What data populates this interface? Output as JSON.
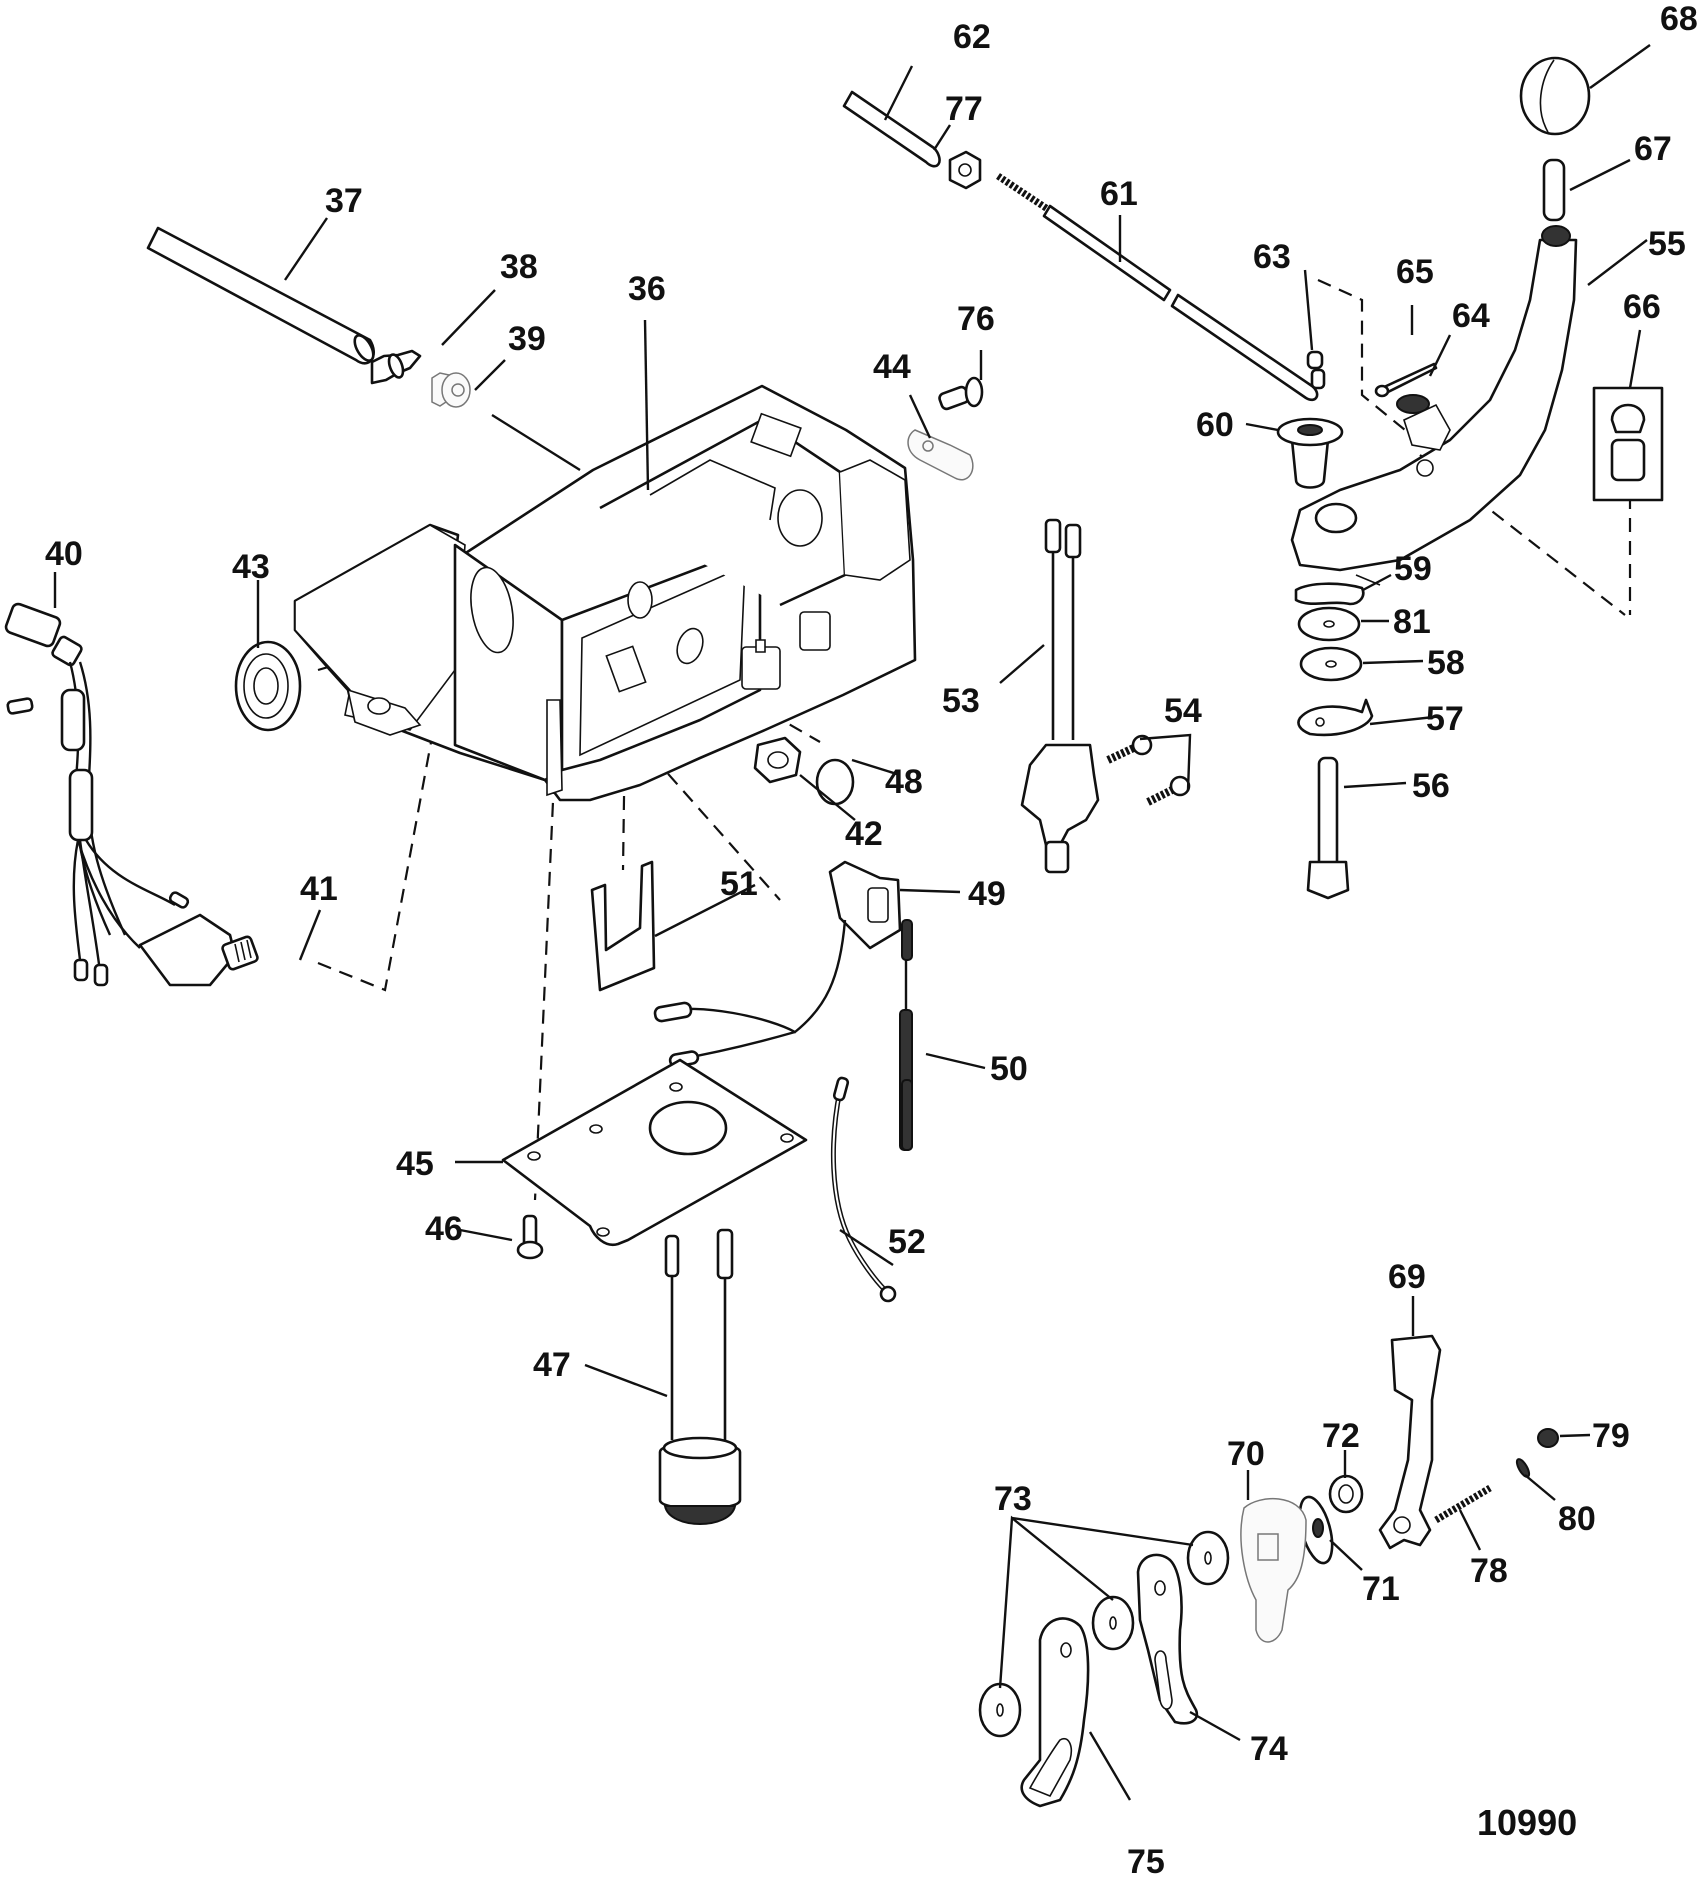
{
  "diagram": {
    "type": "exploded-parts-diagram",
    "figure_number": "10990",
    "callouts": [
      {
        "id": "36"
      },
      {
        "id": "37"
      },
      {
        "id": "38"
      },
      {
        "id": "39"
      },
      {
        "id": "40"
      },
      {
        "id": "41"
      },
      {
        "id": "42"
      },
      {
        "id": "43"
      },
      {
        "id": "44"
      },
      {
        "id": "45"
      },
      {
        "id": "46"
      },
      {
        "id": "47"
      },
      {
        "id": "48"
      },
      {
        "id": "49"
      },
      {
        "id": "50"
      },
      {
        "id": "51"
      },
      {
        "id": "52"
      },
      {
        "id": "53"
      },
      {
        "id": "54"
      },
      {
        "id": "55"
      },
      {
        "id": "56"
      },
      {
        "id": "57"
      },
      {
        "id": "58"
      },
      {
        "id": "59"
      },
      {
        "id": "60"
      },
      {
        "id": "61"
      },
      {
        "id": "62"
      },
      {
        "id": "63"
      },
      {
        "id": "64"
      },
      {
        "id": "65"
      },
      {
        "id": "66"
      },
      {
        "id": "67"
      },
      {
        "id": "68"
      },
      {
        "id": "69"
      },
      {
        "id": "70"
      },
      {
        "id": "71"
      },
      {
        "id": "72"
      },
      {
        "id": "73"
      },
      {
        "id": "74"
      },
      {
        "id": "75"
      },
      {
        "id": "76"
      },
      {
        "id": "77"
      },
      {
        "id": "78"
      },
      {
        "id": "79"
      },
      {
        "id": "80"
      },
      {
        "id": "81"
      }
    ]
  }
}
